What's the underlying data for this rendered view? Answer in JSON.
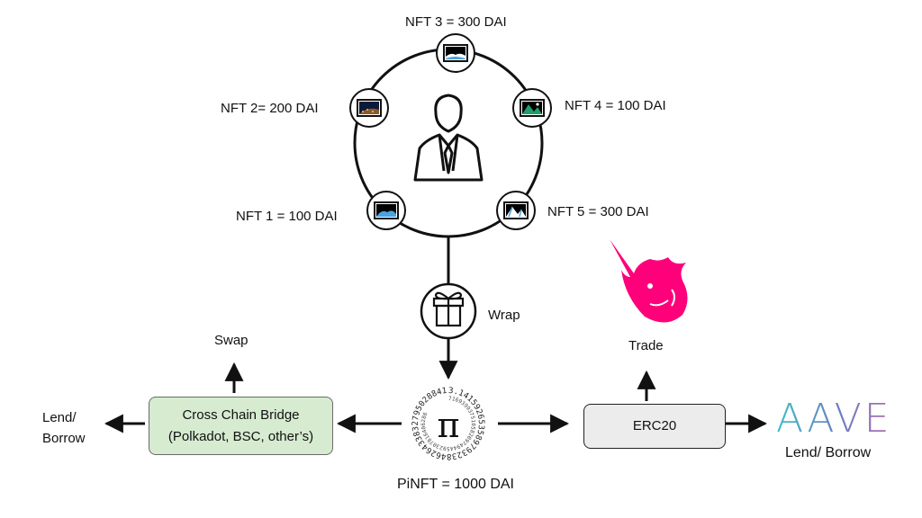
{
  "nfts": [
    {
      "id": "nft-1",
      "label": "NFT 1 = 100 DAI",
      "picture": "night-landscape-icon"
    },
    {
      "id": "nft-2",
      "label": "NFT 2= 200 DAI",
      "picture": "desert-landscape-icon"
    },
    {
      "id": "nft-3",
      "label": "NFT 3 = 300 DAI",
      "picture": "ocean-landscape-icon"
    },
    {
      "id": "nft-4",
      "label": "NFT 4 = 100 DAI",
      "picture": "mountain-landscape-icon"
    },
    {
      "id": "nft-5",
      "label": "NFT 5 = 300 DAI",
      "picture": "mountain-sky-icon"
    }
  ],
  "center": {
    "icon": "person-icon"
  },
  "wrap": {
    "label": "Wrap",
    "icon": "gift-icon"
  },
  "pinft": {
    "label": "PiNFT = 1000 DAI",
    "icon": "pi-icon",
    "ring_text": "3.141592653589793238462643383279502884197169399375105820974944592307816406286"
  },
  "bridge": {
    "line1": "Cross Chain Bridge",
    "line2": "(Polkadot, BSC, other’s)",
    "fill": "#d6ebd0"
  },
  "swap": {
    "label": "Swap"
  },
  "lend_left": {
    "line1": "Lend/",
    "line2": "Borrow"
  },
  "erc20": {
    "label": "ERC20",
    "fill": "#ececec"
  },
  "trade": {
    "label": "Trade",
    "icon": "unicorn-icon",
    "color": "#ff007a"
  },
  "aave": {
    "logo": "AAVE",
    "label": "Lend/ Borrow"
  }
}
